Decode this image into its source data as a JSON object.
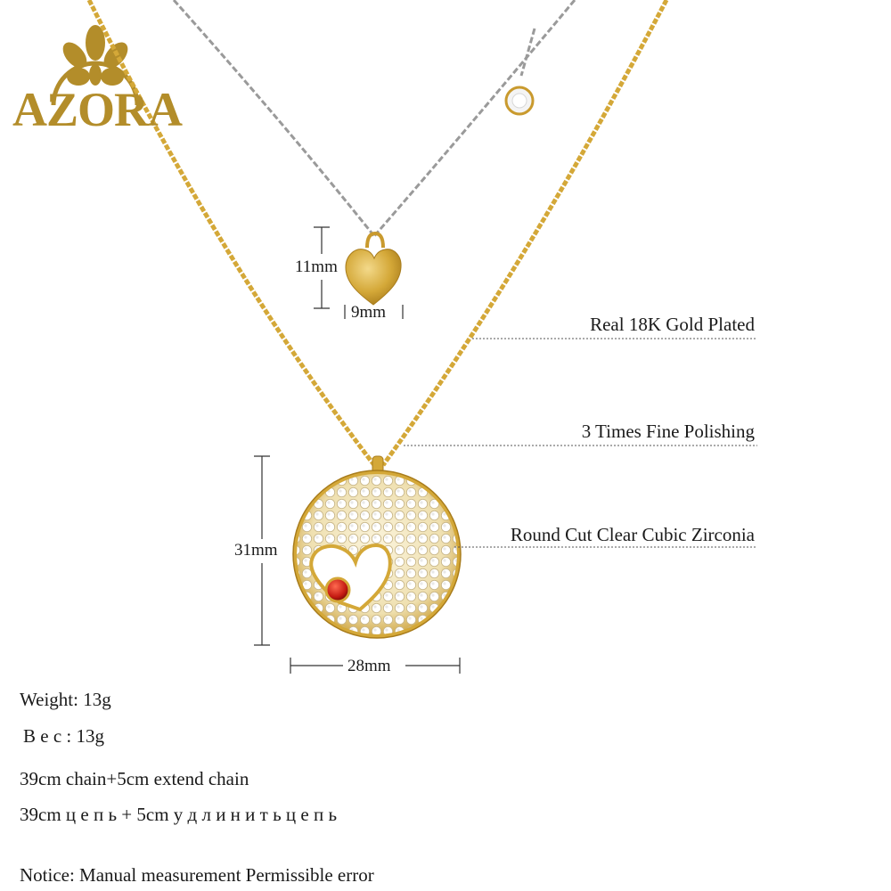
{
  "brand": {
    "name": "AZORA",
    "color": "#b38d2a"
  },
  "features": [
    "Real 18K Gold Plated",
    "3 Times Fine Polishing",
    "Round Cut Clear Cubic Zirconia"
  ],
  "dimensions": {
    "heart_height": "11mm",
    "heart_width": "9mm",
    "pendant_height": "31mm",
    "pendant_width": "28mm"
  },
  "specs": {
    "weight_en": "Weight: 13g",
    "weight_ru": "В е с : 13g",
    "chain_en": "39cm chain+5cm extend chain",
    "chain_ru": "39cm ц е п ь + 5cm у д л и н и т ь  ц е п ь",
    "notice": "Notice: Manual measurement Permissible error"
  },
  "colors": {
    "gold": "#d4a838",
    "silver": "#9a9a9a",
    "stone": "#c41a12"
  }
}
